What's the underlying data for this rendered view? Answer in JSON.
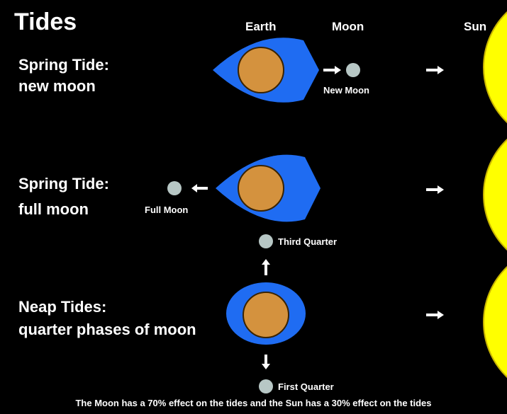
{
  "title": "Tides",
  "columns": {
    "earth": "Earth",
    "moon": "Moon",
    "sun": "Sun"
  },
  "rows": [
    {
      "heading": "Spring Tide:",
      "subheading": "new moon",
      "moon_label": "New Moon"
    },
    {
      "heading": "Spring Tide:",
      "subheading": "full moon",
      "moon_label": "Full Moon"
    },
    {
      "heading": "Neap Tides:",
      "subheading": "quarter phases of moon",
      "moon_label_top": "Third Quarter",
      "moon_label_bottom": "First Quarter"
    }
  ],
  "footer": "The Moon has a 70% effect on the tides and the Sun has a 30% effect on the tides",
  "colors": {
    "background": "#000000",
    "ocean": "#1f6cf2",
    "earth": "#d4923e",
    "moon": "#b7c7c5",
    "sun": "#ffff00",
    "text": "#ffffff"
  }
}
